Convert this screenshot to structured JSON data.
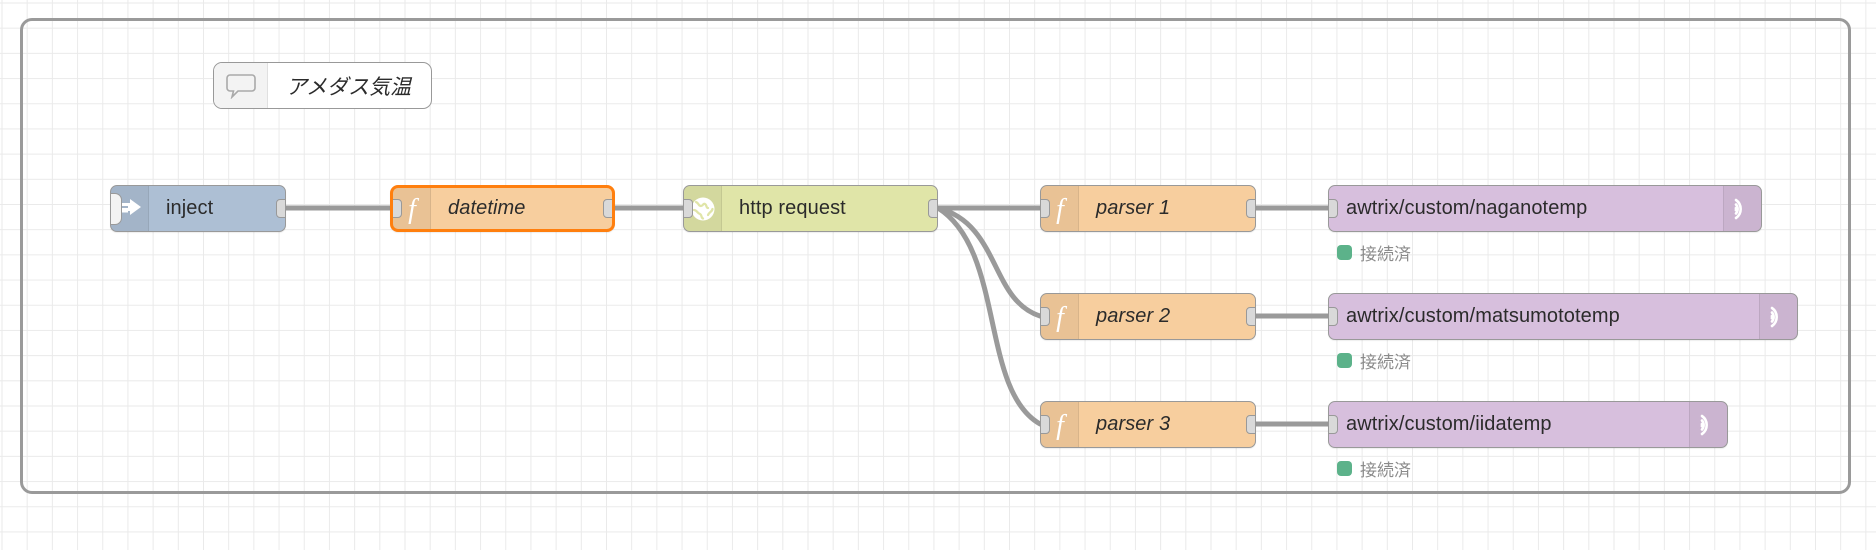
{
  "canvas": {
    "grid": "on",
    "background": "#ffffff",
    "grid_color": "#eaeaea",
    "group_border_color": "#9a9a9a",
    "wire_color": "#9a9a9a"
  },
  "comment": {
    "icon": "speech-bubble-icon",
    "text": "アメダス気温"
  },
  "nodes": {
    "inject": {
      "label": "inject",
      "icon": "inject-arrow-icon",
      "color": "#adbfd4",
      "button": "inject-trigger-button"
    },
    "datetime": {
      "label": "datetime",
      "icon": "function-icon",
      "color": "#f7ce9e",
      "selected": true,
      "selection_color": "#ff7f0e"
    },
    "http_request": {
      "label": "http request",
      "icon": "globe-icon",
      "color": "#e0e5a8"
    },
    "parsers": [
      {
        "label": "parser 1",
        "icon": "function-icon",
        "color": "#f7ce9e"
      },
      {
        "label": "parser 2",
        "icon": "function-icon",
        "color": "#f7ce9e"
      },
      {
        "label": "parser 3",
        "icon": "function-icon",
        "color": "#f7ce9e"
      }
    ],
    "mqtt_outputs": [
      {
        "topic": "awtrix/custom/naganotemp",
        "icon": "mqtt-broadcast-icon",
        "color": "#d7bfdd",
        "status": {
          "text": "接続済",
          "color": "#5cb28a"
        }
      },
      {
        "topic": "awtrix/custom/matsumototemp",
        "icon": "mqtt-broadcast-icon",
        "color": "#d7bfdd",
        "status": {
          "text": "接続済",
          "color": "#5cb28a"
        }
      },
      {
        "topic": "awtrix/custom/iidatemp",
        "icon": "mqtt-broadcast-icon",
        "color": "#d7bfdd",
        "status": {
          "text": "接続済",
          "color": "#5cb28a"
        }
      }
    ]
  }
}
